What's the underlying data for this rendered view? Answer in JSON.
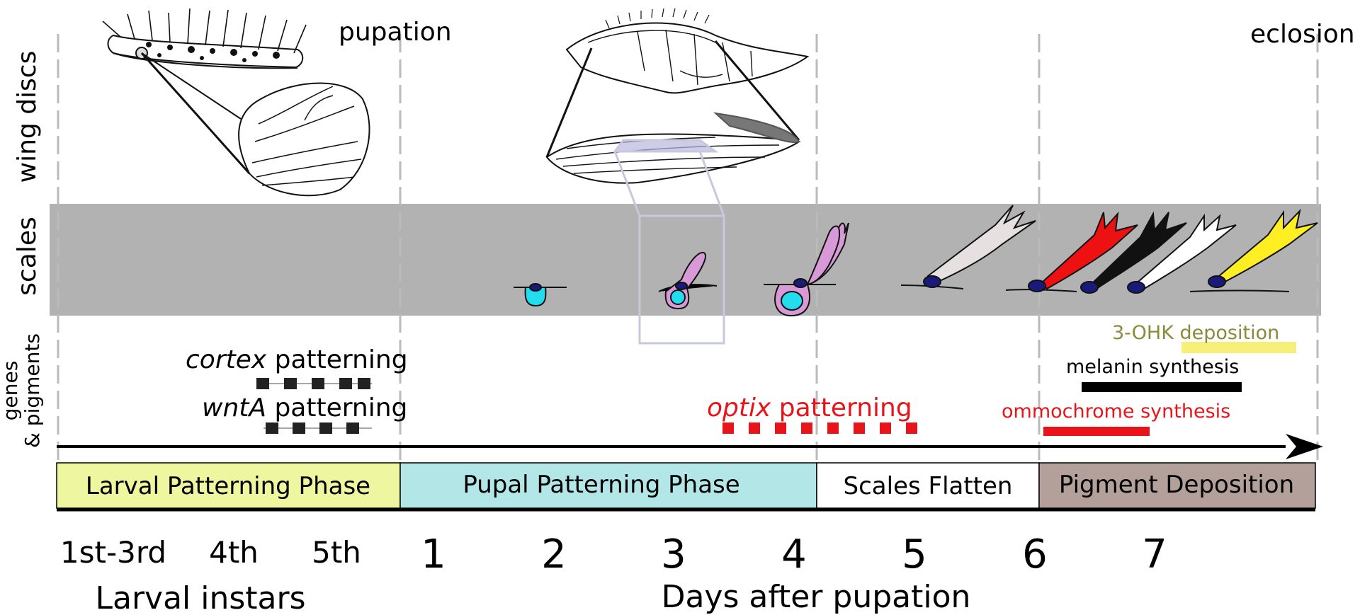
{
  "rows": {
    "wing_discs": "wing discs",
    "scales": "scales",
    "genes_pigments_line1": "genes",
    "genes_pigments_line2": "& pigments"
  },
  "events": {
    "pupation": "pupation",
    "eclosion": "eclosion"
  },
  "genes": {
    "cortex": {
      "gene": "cortex",
      "text": " patterning",
      "color": "#000000"
    },
    "wntA": {
      "gene": "wntA",
      "text": " patterning",
      "color": "#000000"
    },
    "optix": {
      "gene": "optix",
      "text": " patterning",
      "color": "#e8141a"
    }
  },
  "pigments": {
    "ohk": {
      "label": "3-OHK deposition",
      "color": "#8a8a3c",
      "highlight": "#f6f07a"
    },
    "melanin": {
      "label": "melanin synthesis",
      "color": "#000000"
    },
    "ommochrome": {
      "label": "ommochrome synthesis",
      "color": "#e8141a"
    }
  },
  "phases": [
    {
      "label": "Larval Patterning Phase",
      "color": "#eef7a0"
    },
    {
      "label": "Pupal Patterning Phase",
      "color": "#b3e6e6"
    },
    {
      "label": "Scales Flatten",
      "color": "#ffffff"
    },
    {
      "label": "Pigment Deposition",
      "color": "#b3a09a"
    }
  ],
  "ticks": {
    "larval": [
      "1st-3rd",
      "4th",
      "5th"
    ],
    "days": [
      "1",
      "2",
      "3",
      "4",
      "5",
      "6",
      "7"
    ]
  },
  "axis_labels": {
    "larval": "Larval instars",
    "days": "Days after pupation"
  },
  "scale_colors": [
    "#e6e0e0",
    "#ee1111",
    "#111111",
    "#ffffff",
    "#ffee22"
  ],
  "colors": {
    "band": "#b2b2b2",
    "cell_cyan": "#22ddee",
    "nucleus": "#1a1a7a",
    "scale_pink": "#d79ad7"
  }
}
